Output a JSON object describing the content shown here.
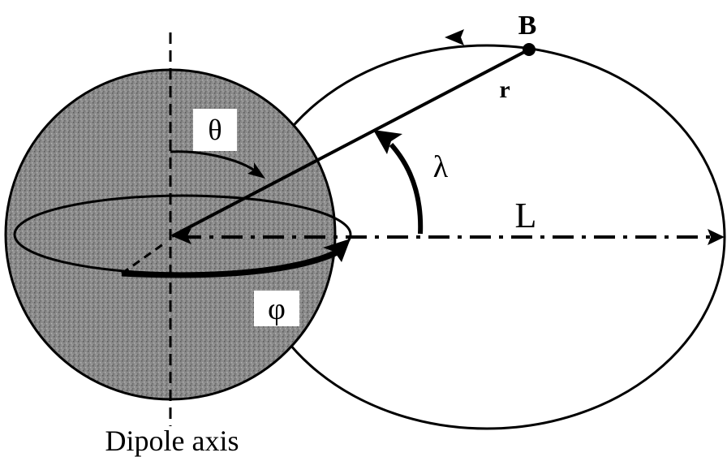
{
  "figure": {
    "labels": {
      "point": "B",
      "radius": "r",
      "colatitude": "θ",
      "latitude": "λ",
      "shell_parameter": "L",
      "longitude": "φ",
      "axis_caption": "Dipole axis"
    },
    "colors": {
      "planet_fill": "#8a8a8a",
      "ink": "#000000",
      "background": "#ffffff"
    }
  }
}
